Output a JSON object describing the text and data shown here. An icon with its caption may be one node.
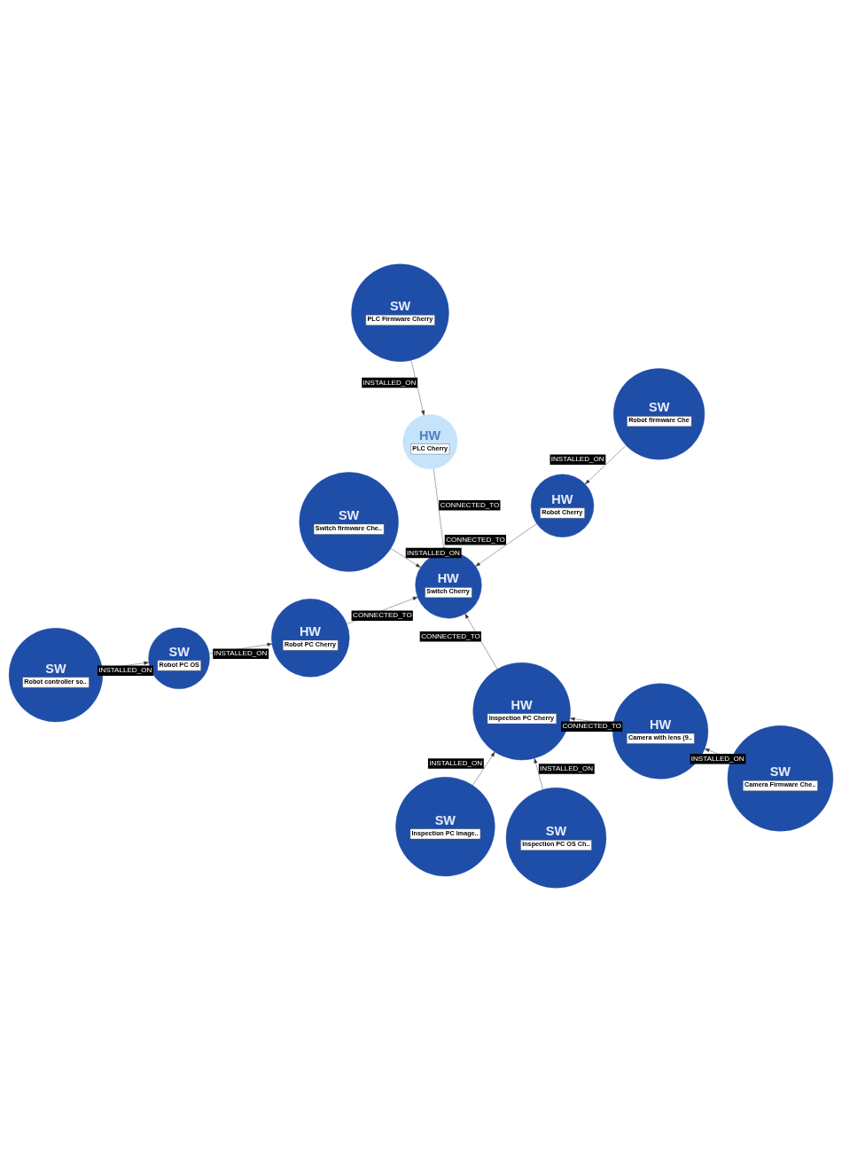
{
  "diagram": {
    "nodes": [
      {
        "text": [
          "SW",
          "Robot controller so.."
        ]
      },
      {
        "text": [
          "SW",
          "Robot PC OS"
        ]
      },
      {
        "text": [
          "HW",
          "Robot PC Cherry"
        ]
      },
      {
        "text": [
          "SW",
          "PLC Firmware Cherry"
        ]
      },
      {
        "text": [
          "HW",
          "PLC Cherry"
        ]
      },
      {
        "text": [
          "HW",
          "Switch Cherry"
        ]
      },
      {
        "text": [
          "SW",
          "Inspection PC Image.."
        ]
      },
      {
        "text": [
          "HW",
          "Robot Cherry"
        ]
      },
      {
        "text": [
          "HW",
          "Inspection PC Cherry"
        ]
      },
      {
        "text": [
          "SW",
          "Robot firmware Che"
        ]
      },
      {
        "text": [
          "SW",
          "Inspection PC OS Ch.."
        ]
      },
      {
        "text": [
          "SW",
          "Switch firmware Che.."
        ]
      },
      {
        "text": [
          "HW",
          "Camera with lens (9.."
        ]
      },
      {
        "text": [
          "SW",
          "Camera Firmware Che.."
        ]
      }
    ],
    "edges": [
      {
        "from": 0,
        "to": 1,
        "arrow": "to",
        "label": "INSTALLED_ON"
      },
      {
        "from": 1,
        "to": 2,
        "arrow": "to",
        "label": "INSTALLED_ON"
      },
      {
        "from": 2,
        "to": 5,
        "arrow": "to",
        "label": "CONNECTED_TO"
      },
      {
        "from": 3,
        "to": 4,
        "arrow": "to",
        "label": "INSTALLED_ON"
      },
      {
        "from": 4,
        "to": 5,
        "arrow": "to",
        "label": "CONNECTED_TO"
      },
      {
        "from": 7,
        "to": 5,
        "arrow": "to",
        "label": "CONNECTED_TO"
      },
      {
        "from": 9,
        "to": 7,
        "arrow": "to",
        "label": "INSTALLED_ON"
      },
      {
        "from": 11,
        "to": 5,
        "arrow": "to",
        "label": "INSTALLED_ON"
      },
      {
        "from": 8,
        "to": 5,
        "arrow": "to",
        "label": "CONNECTED_TO"
      },
      {
        "from": 6,
        "to": 8,
        "arrow": "to",
        "label": "INSTALLED_ON"
      },
      {
        "from": 10,
        "to": 8,
        "arrow": "to",
        "label": "INSTALLED_ON"
      },
      {
        "from": 12,
        "to": 8,
        "arrow": "to",
        "label": "CONNECTED_TO"
      },
      {
        "from": 13,
        "to": 12,
        "arrow": "to",
        "label": "INSTALLED_ON"
      }
    ]
  }
}
